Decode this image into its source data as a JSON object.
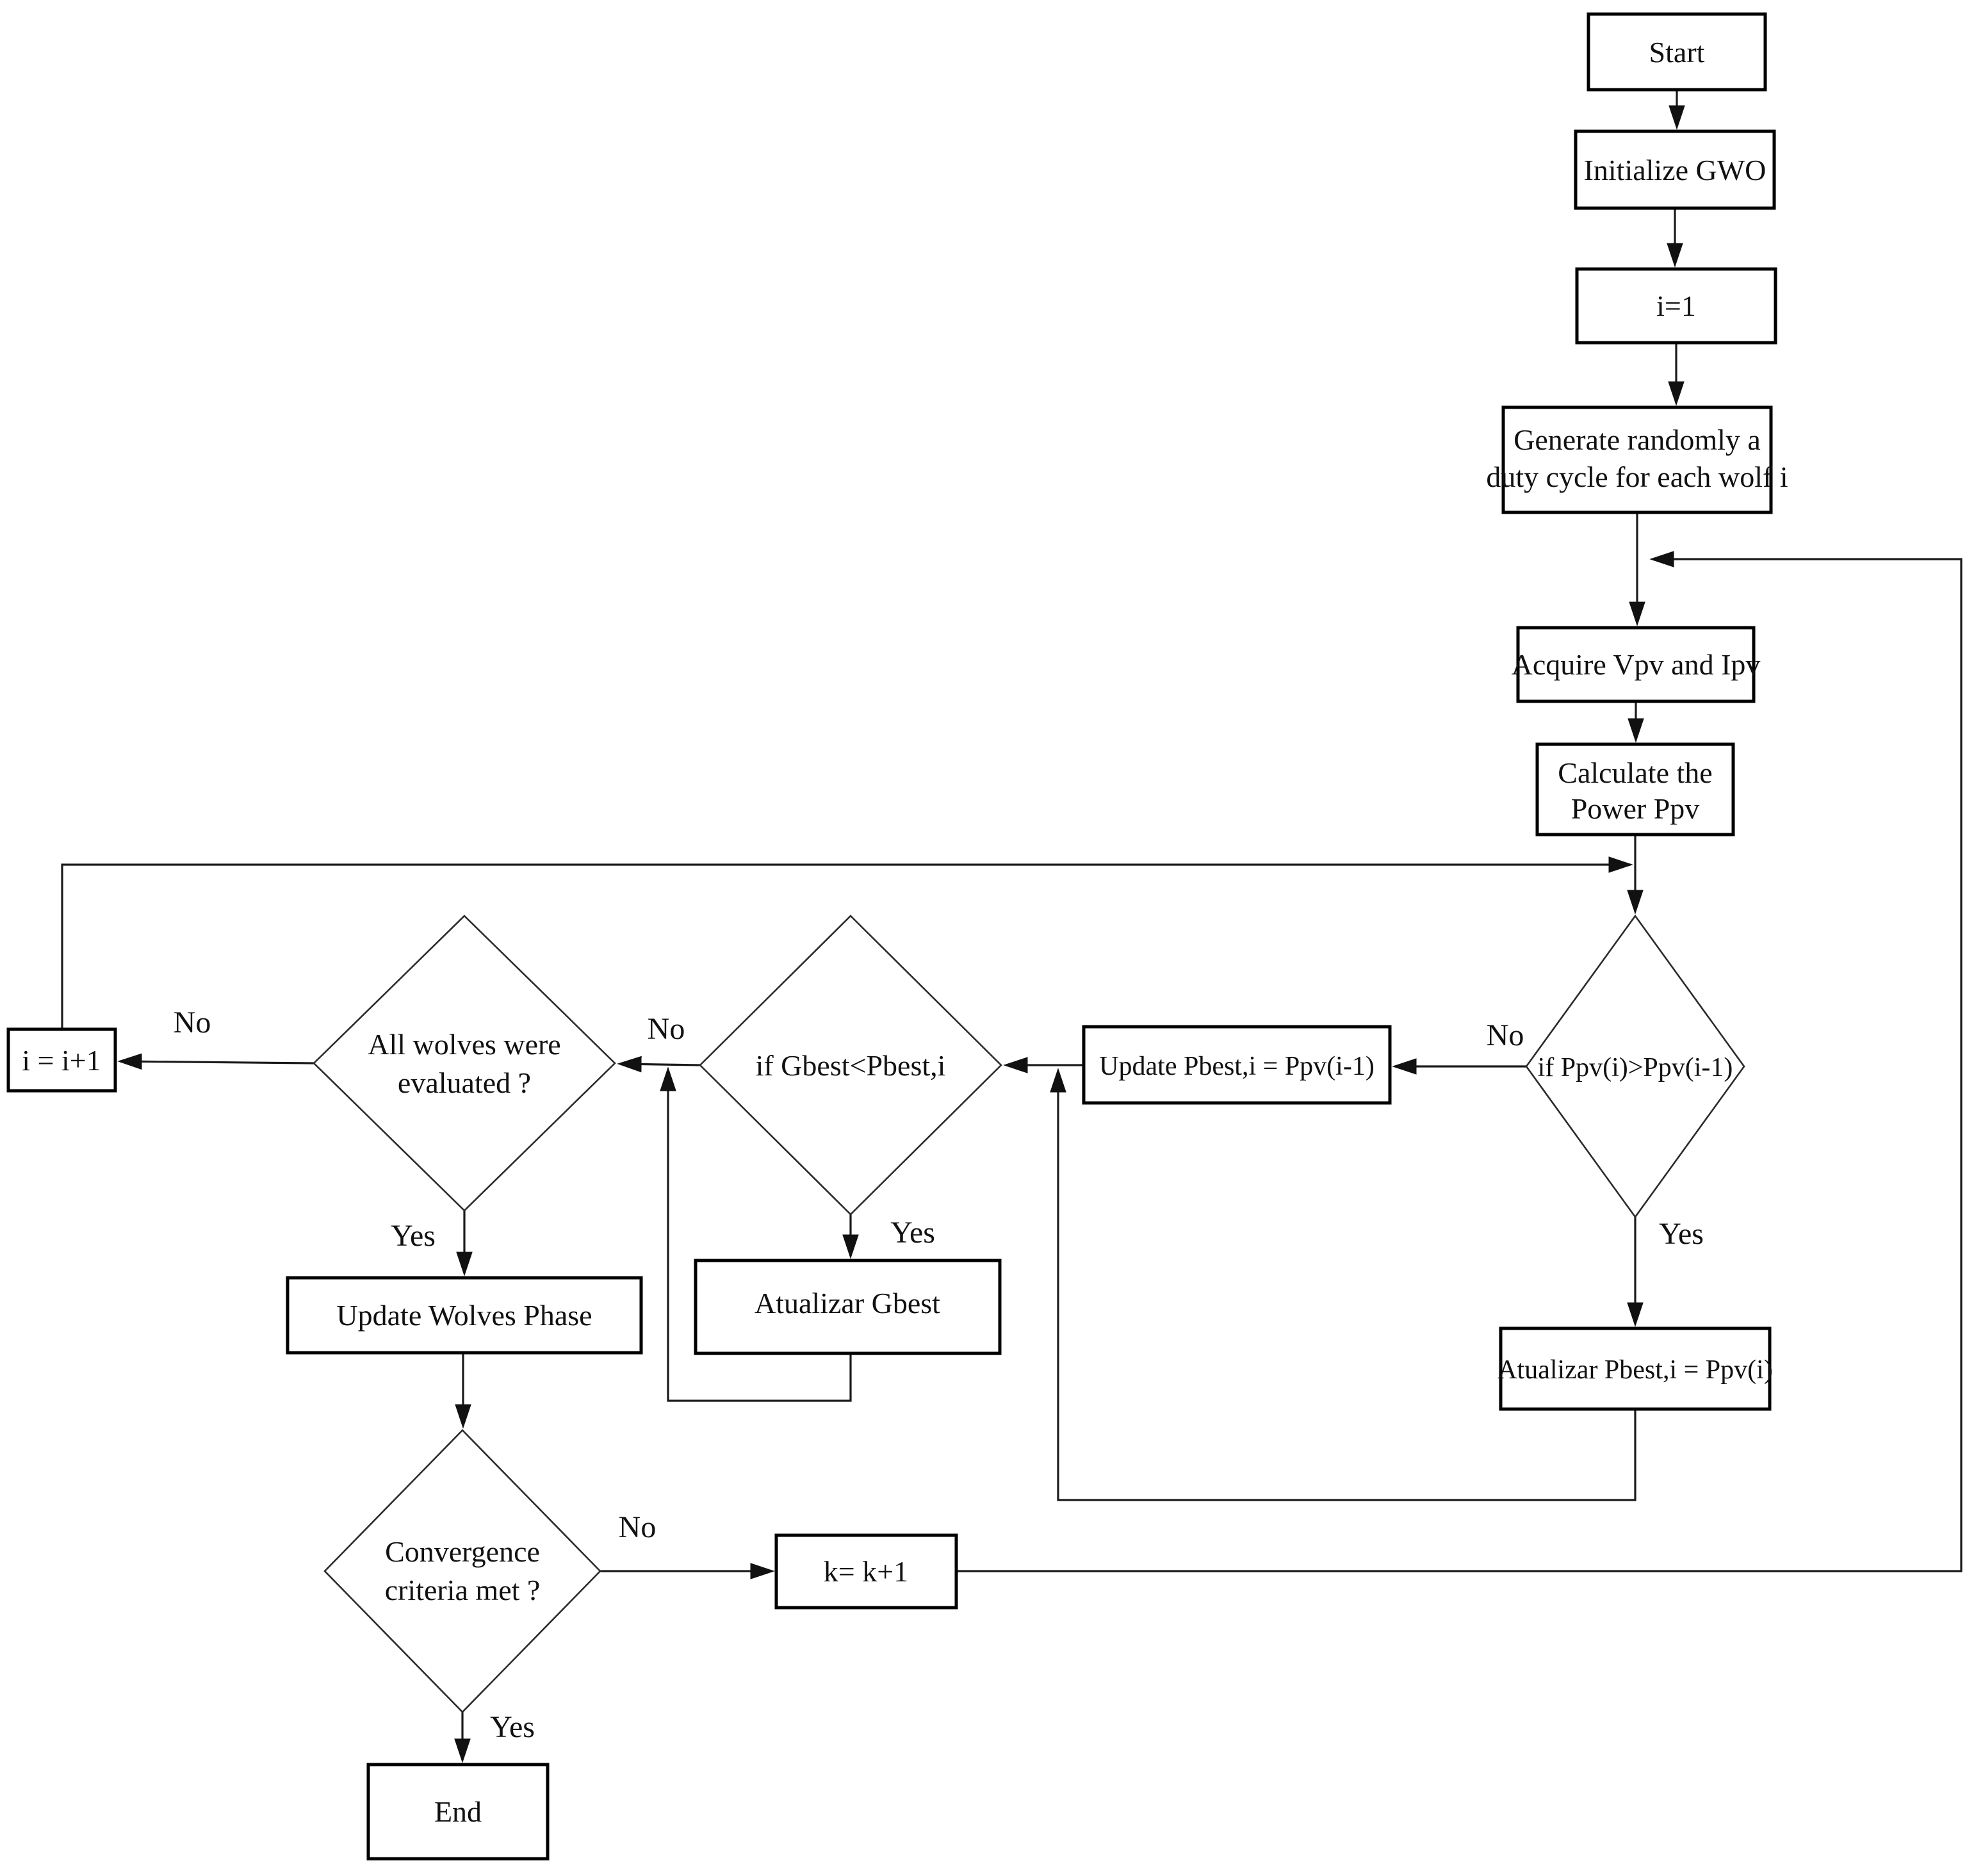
{
  "nodes": {
    "start": {
      "label": "Start"
    },
    "init_gwo": {
      "label": "Initialize GWO"
    },
    "i_eq_1": {
      "label": "i=1"
    },
    "generate": {
      "line1": "Generate randomly a",
      "line2": "duty cycle for each wolf i"
    },
    "acquire": {
      "label": "Acquire Vpv and Ipv"
    },
    "calculate": {
      "line1": "Calculate the",
      "line2": "Power Ppv"
    },
    "cond_ppv": {
      "label": "if Ppv(i)>Ppv(i-1)"
    },
    "update_pbest": {
      "label": "Update Pbest,i = Ppv(i-1)"
    },
    "atualizar_pbest": {
      "label": "Atualizar Pbest,i = Ppv(i)"
    },
    "cond_gbest": {
      "label": "if Gbest<Pbest,i"
    },
    "atualizar_gbest": {
      "label": "Atualizar Gbest"
    },
    "cond_all_wolves": {
      "line1": "All wolves were",
      "line2": "evaluated ?"
    },
    "i_increment": {
      "label": "i = i+1"
    },
    "update_wolves": {
      "label": "Update Wolves Phase"
    },
    "cond_convergence": {
      "line1": "Convergence",
      "line2": "criteria met ?"
    },
    "k_increment": {
      "label": "k= k+1"
    },
    "end": {
      "label": "End"
    }
  },
  "edge_labels": {
    "ppv_no": "No",
    "ppv_yes": "Yes",
    "gbest_no": "No",
    "gbest_yes": "Yes",
    "wolves_no": "No",
    "wolves_yes": "Yes",
    "conv_no": "No",
    "conv_yes": "Yes"
  },
  "colors": {
    "background": "#ffffff",
    "box_border": "#000000",
    "connector": "#1a1a1a",
    "text": "#111111"
  }
}
